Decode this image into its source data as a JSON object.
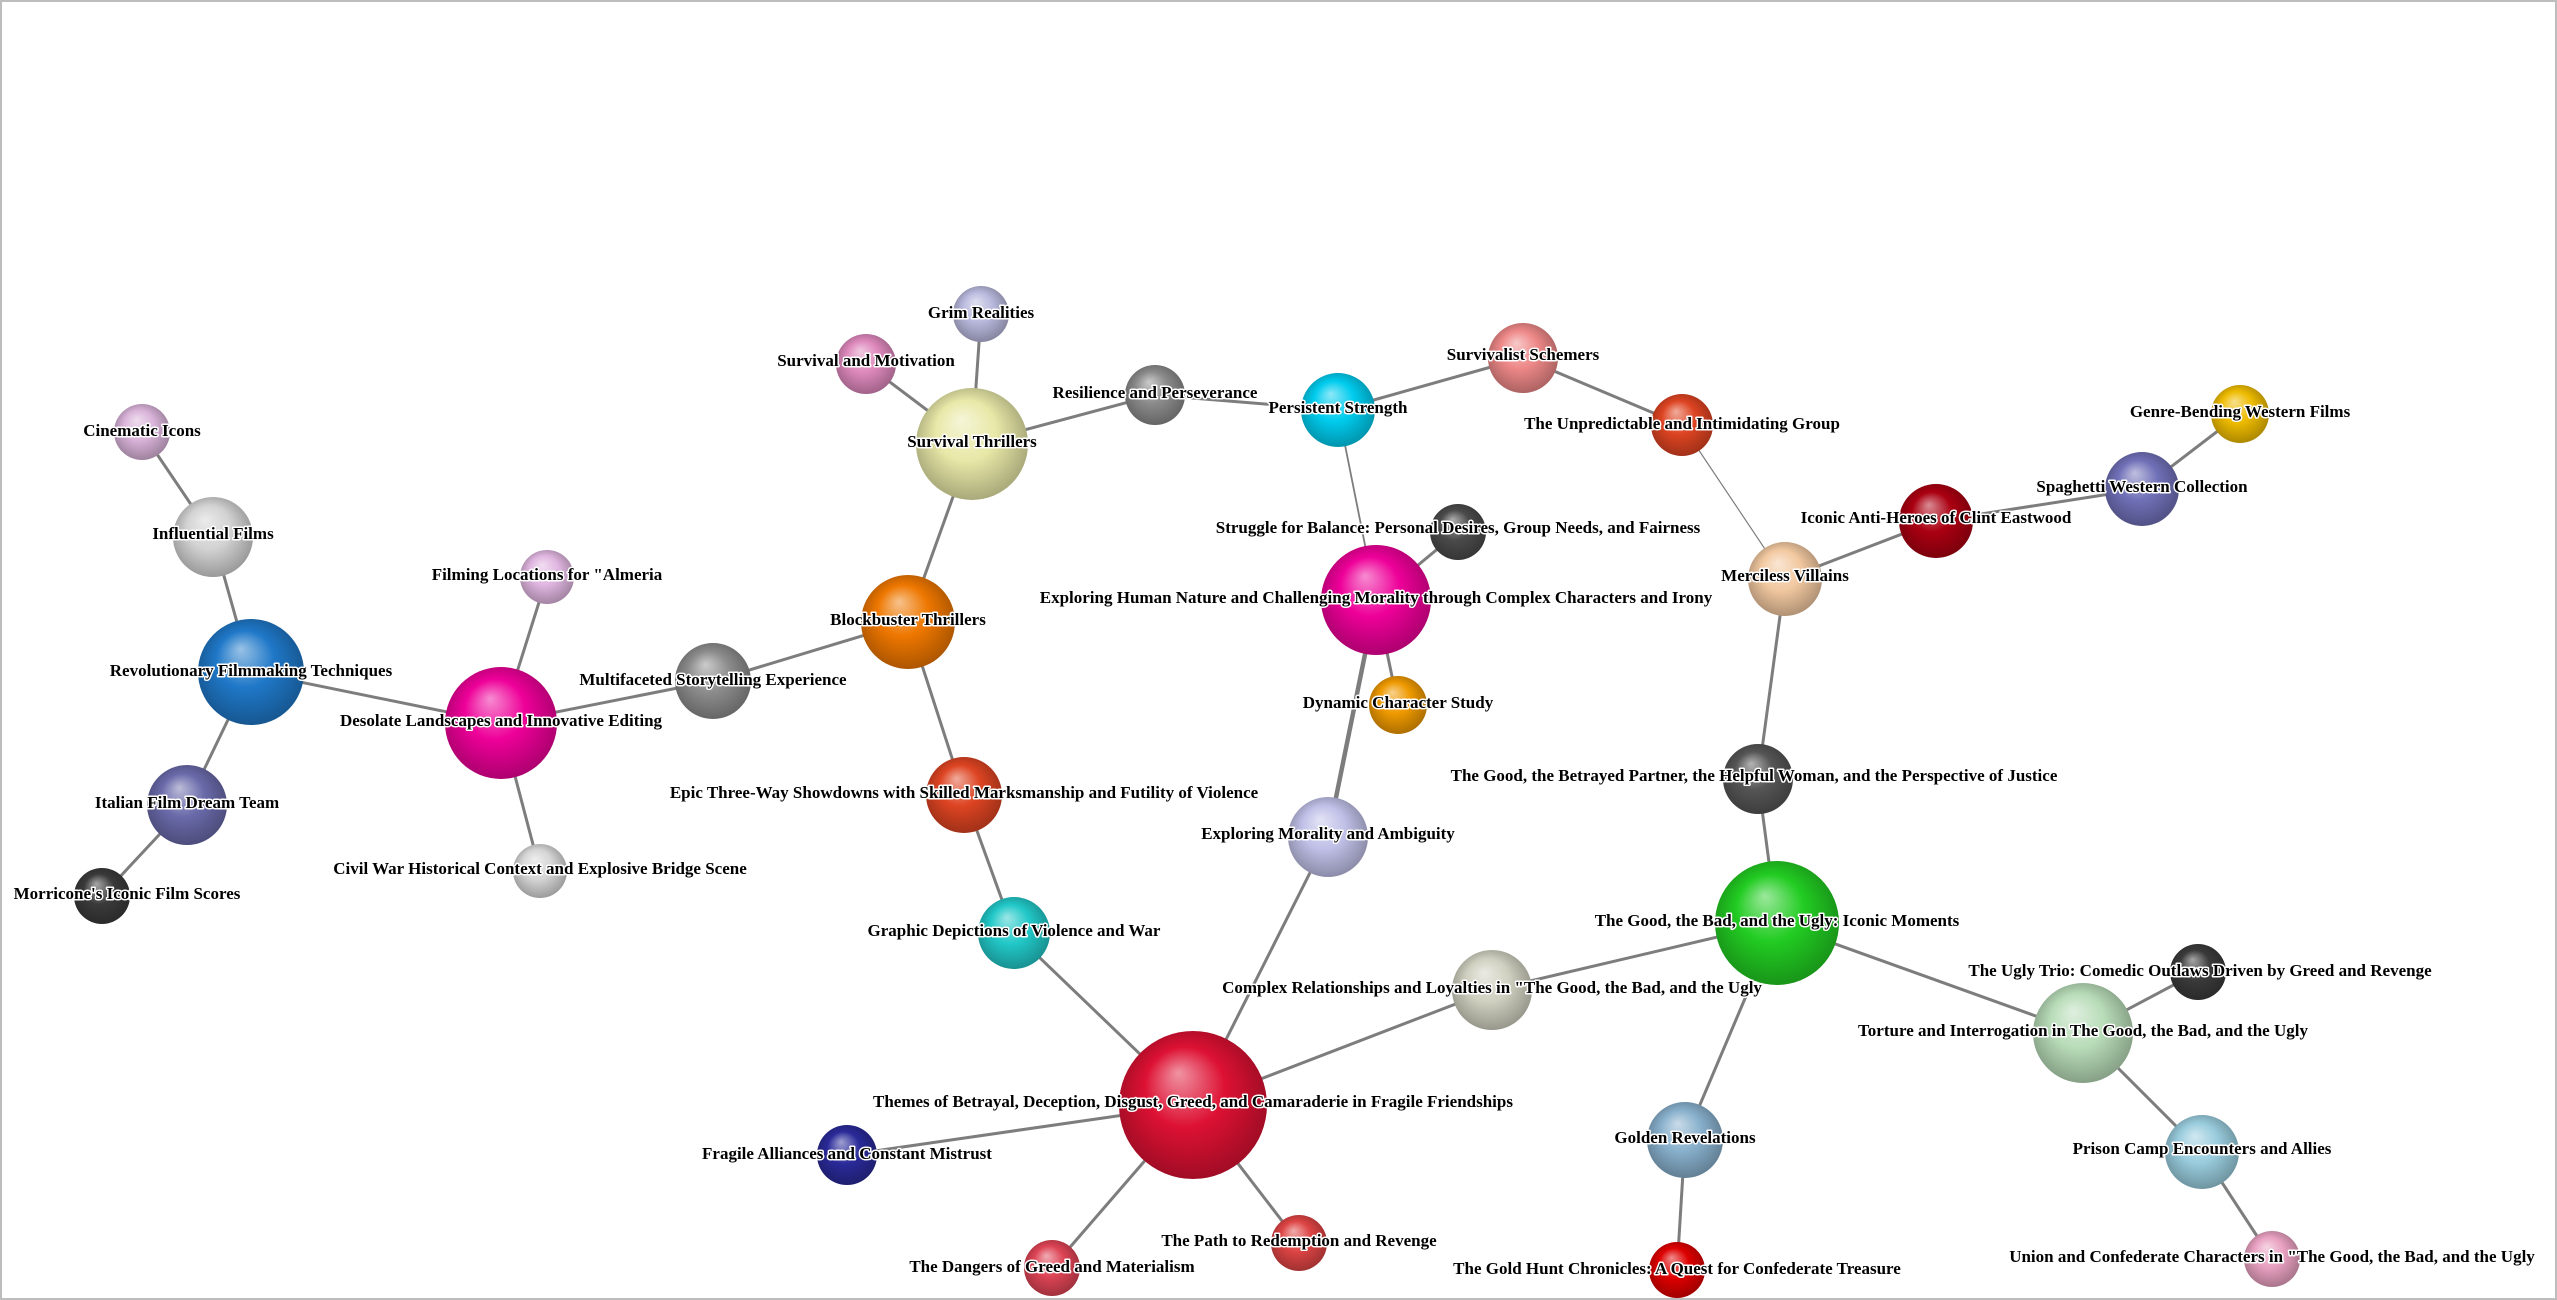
{
  "graph": {
    "nodes": [
      {
        "id": "n1",
        "label": "Cinematic Icons",
        "color": "#d9b3d9"
      },
      {
        "id": "n2",
        "label": "Influential Films",
        "color": "#d3d3d3"
      },
      {
        "id": "n3",
        "label": "Revolutionary Filmmaking Techniques",
        "color": "#1f78c8"
      },
      {
        "id": "n4",
        "label": "Italian Film Dream Team",
        "color": "#6a6aaa"
      },
      {
        "id": "n5",
        "label": "Morricone's Iconic Film Scores",
        "color": "#3a3a3a"
      },
      {
        "id": "n6",
        "label": "Filming Locations for \"Almeria",
        "color": "#e0b6e0"
      },
      {
        "id": "n7",
        "label": "Desolate Landscapes and Innovative Editing",
        "color": "#ee0099"
      },
      {
        "id": "n8",
        "label": "Civil War Historical Context and Explosive Bridge Scene",
        "color": "#d6d6d6"
      },
      {
        "id": "n9",
        "label": "Multifaceted Storytelling Experience",
        "color": "#8c8c8c"
      },
      {
        "id": "n10",
        "label": "Blockbuster Thrillers",
        "color": "#ee7700"
      },
      {
        "id": "n11",
        "label": "Survival Thrillers",
        "color": "#e8e8a8"
      },
      {
        "id": "n12",
        "label": "Grim Realities",
        "color": "#b8b8dd"
      },
      {
        "id": "n13",
        "label": "Survival and Motivation",
        "color": "#dd88bb"
      },
      {
        "id": "n14",
        "label": "Resilience and Perseverance",
        "color": "#8a8a8a"
      },
      {
        "id": "n15",
        "label": "Epic Three-Way Showdowns with Skilled Marksmanship and Futility of Violence",
        "color": "#dd4422"
      },
      {
        "id": "n16",
        "label": "Graphic Depictions of Violence and War",
        "color": "#22c8c8"
      },
      {
        "id": "n17",
        "label": "Themes of Betrayal, Deception, Disgust, Greed, and Camaraderie in Fragile Friendships",
        "color": "#dd1133"
      },
      {
        "id": "n18",
        "label": "Fragile Alliances and Constant Mistrust",
        "color": "#2a2a99"
      },
      {
        "id": "n19",
        "label": "The Dangers of Greed and Materialism",
        "color": "#dd4455"
      },
      {
        "id": "n20",
        "label": "The Path to Redemption and Revenge",
        "color": "#dd4444"
      },
      {
        "id": "n21",
        "label": "Persistent Strength",
        "color": "#00ccee"
      },
      {
        "id": "n22",
        "label": "Survivalist Schemers",
        "color": "#ee8888"
      },
      {
        "id": "n23",
        "label": "The Unpredictable and Intimidating Group",
        "color": "#dd4422"
      },
      {
        "id": "n24",
        "label": "Struggle for Balance: Personal Desires, Group Needs, and Fairness",
        "color": "#4a4a4a"
      },
      {
        "id": "n25",
        "label": "Exploring Human Nature and Challenging Morality through Complex Characters and Irony",
        "color": "#ee0099"
      },
      {
        "id": "n26",
        "label": "Dynamic Character Study",
        "color": "#ee9900"
      },
      {
        "id": "n27",
        "label": "Exploring Morality and Ambiguity",
        "color": "#c0c0e8"
      },
      {
        "id": "n28",
        "label": "Complex Relationships and Loyalties in \"The Good, the Bad, and the Ugly",
        "color": "#d0d0c0"
      },
      {
        "id": "n29",
        "label": "Merciless Villains",
        "color": "#f2c8a0"
      },
      {
        "id": "n30",
        "label": "Iconic Anti-Heroes of Clint Eastwood",
        "color": "#aa0011"
      },
      {
        "id": "n31",
        "label": "Spaghetti Western Collection",
        "color": "#7070b8"
      },
      {
        "id": "n32",
        "label": "Genre-Bending Western Films",
        "color": "#eebb00"
      },
      {
        "id": "n33",
        "label": "The Good, the Betrayed Partner, the Helpful Woman, and the Perspective of Justice",
        "color": "#555555"
      },
      {
        "id": "n34",
        "label": "The Good, the Bad, and the Ugly: Iconic Moments",
        "color": "#22cc22"
      },
      {
        "id": "n35",
        "label": "Golden Revelations",
        "color": "#88b0cc"
      },
      {
        "id": "n36",
        "label": "The Gold Hunt Chronicles: A Quest for Confederate Treasure",
        "color": "#dd0000"
      },
      {
        "id": "n37",
        "label": "The Ugly Trio: Comedic Outlaws Driven by Greed and Revenge",
        "color": "#3a3a3a"
      },
      {
        "id": "n38",
        "label": "Torture and Interrogation in The Good, the Bad, and the Ugly",
        "color": "#b8dcb8"
      },
      {
        "id": "n39",
        "label": "Prison Camp Encounters and Allies",
        "color": "#99ccdd"
      },
      {
        "id": "n40",
        "label": "Union and Confederate Characters in \"The Good, the Bad, and the Ugly",
        "color": "#e8a0c0"
      }
    ],
    "edges": [
      [
        "n1",
        "n2"
      ],
      [
        "n2",
        "n3"
      ],
      [
        "n3",
        "n4"
      ],
      [
        "n4",
        "n5"
      ],
      [
        "n3",
        "n7"
      ],
      [
        "n6",
        "n7"
      ],
      [
        "n7",
        "n8"
      ],
      [
        "n7",
        "n9"
      ],
      [
        "n9",
        "n10"
      ],
      [
        "n10",
        "n11"
      ],
      [
        "n11",
        "n12"
      ],
      [
        "n11",
        "n13"
      ],
      [
        "n11",
        "n14"
      ],
      [
        "n14",
        "n21"
      ],
      [
        "n10",
        "n15"
      ],
      [
        "n15",
        "n16"
      ],
      [
        "n16",
        "n17"
      ],
      [
        "n17",
        "n18"
      ],
      [
        "n17",
        "n19"
      ],
      [
        "n17",
        "n20"
      ],
      [
        "n17",
        "n27"
      ],
      [
        "n17",
        "n28"
      ],
      [
        "n21",
        "n22"
      ],
      [
        "n22",
        "n23"
      ],
      [
        "n21",
        "n25"
      ],
      [
        "n24",
        "n25"
      ],
      [
        "n25",
        "n26"
      ],
      [
        "n25",
        "n27"
      ],
      [
        "n23",
        "n29"
      ],
      [
        "n29",
        "n30"
      ],
      [
        "n30",
        "n31"
      ],
      [
        "n31",
        "n32"
      ],
      [
        "n29",
        "n33"
      ],
      [
        "n33",
        "n34"
      ],
      [
        "n28",
        "n34"
      ],
      [
        "n34",
        "n35"
      ],
      [
        "n35",
        "n36"
      ],
      [
        "n34",
        "n38"
      ],
      [
        "n37",
        "n38"
      ],
      [
        "n38",
        "n39"
      ],
      [
        "n39",
        "n40"
      ]
    ]
  }
}
